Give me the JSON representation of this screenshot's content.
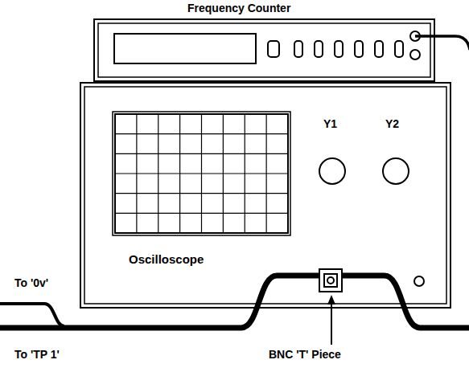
{
  "diagram": {
    "nodes": [
      {
        "text": [
          "Frequency Counter"
        ]
      },
      {
        "text": [
          "Y1",
          "Y2",
          "Oscilloscope"
        ]
      }
    ],
    "labels": [
      "To '0v'",
      "To 'TP 1'",
      "BNC 'T' Piece"
    ]
  }
}
